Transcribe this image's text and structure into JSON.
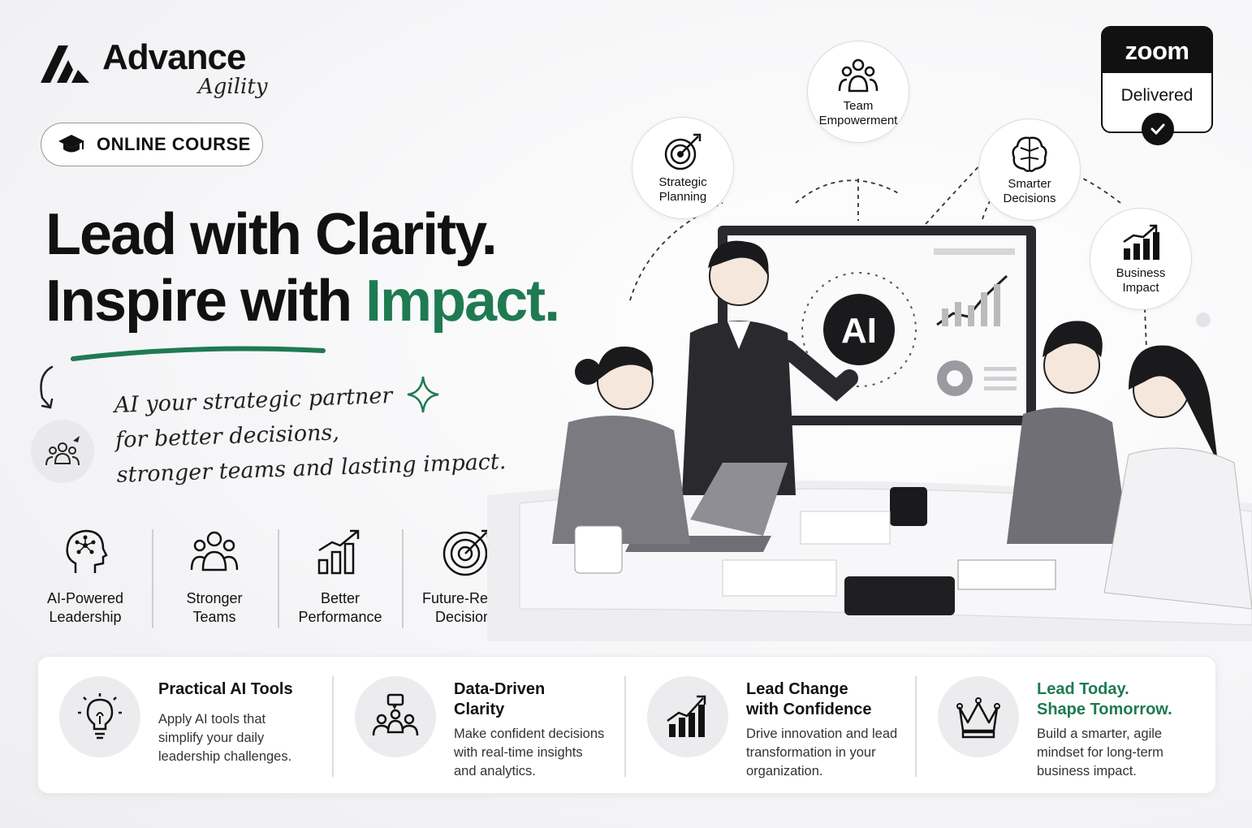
{
  "brand": {
    "name": "Advance",
    "tagline_script": "Agility"
  },
  "badge": {
    "label": "ONLINE COURSE",
    "icon": "graduation-cap-icon"
  },
  "headline": {
    "line1": "Lead with Clarity.",
    "line2_prefix": "Inspire with ",
    "line2_accent": "Impact."
  },
  "tagline": {
    "lines": [
      "AI your strategic partner",
      "for better decisions,",
      "stronger teams and lasting impact."
    ]
  },
  "features": [
    {
      "icon": "ai-brain-head-icon",
      "line1": "AI-Powered",
      "line2": "Leadership"
    },
    {
      "icon": "team-icon",
      "line1": "Stronger",
      "line2": "Teams"
    },
    {
      "icon": "bar-growth-icon",
      "line1": "Better",
      "line2": "Performance"
    },
    {
      "icon": "target-icon",
      "line1": "Future-Ready",
      "line2": "Decisions"
    }
  ],
  "zoom": {
    "logo_text": "zoom",
    "status": "Delivered"
  },
  "concepts": [
    {
      "icon": "target-arrow-icon",
      "line1": "Strategic",
      "line2": "Planning"
    },
    {
      "icon": "team-icon",
      "line1": "Team",
      "line2": "Empowerment"
    },
    {
      "icon": "brain-icon",
      "line1": "Smarter",
      "line2": "Decisions"
    },
    {
      "icon": "bar-chart-icon",
      "line1": "Business",
      "line2": "Impact"
    }
  ],
  "illustration": {
    "screen_label": "AI"
  },
  "benefits": [
    {
      "icon": "lightbulb-icon",
      "title1": "Practical AI Tools",
      "title2": "",
      "text": [
        "Apply AI tools that",
        "simplify your daily",
        "leadership challenges."
      ]
    },
    {
      "icon": "team-chat-icon",
      "title1": "Data-Driven",
      "title2": "Clarity",
      "text": [
        "Make confident decisions",
        "with real-time insights",
        "and analytics."
      ]
    },
    {
      "icon": "growth-chart-icon",
      "title1": "Lead Change",
      "title2": "with Confidence",
      "text": [
        "Drive innovation and lead",
        "transformation in your",
        "organization."
      ]
    },
    {
      "icon": "crown-icon",
      "title1": "Lead Today.",
      "title2": "Shape Tomorrow.",
      "text": [
        "Build a smarter, agile",
        "mindset for long-term",
        "business impact."
      ]
    }
  ],
  "colors": {
    "accent_green": "#1f7a52",
    "ink": "#111111"
  }
}
